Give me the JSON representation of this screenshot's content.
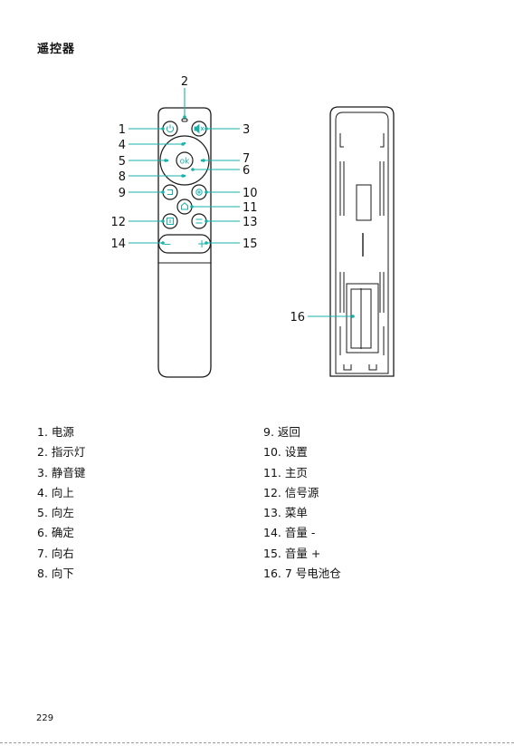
{
  "page_title": "遥控器",
  "callouts": [
    "1",
    "2",
    "3",
    "4",
    "5",
    "6",
    "7",
    "8",
    "9",
    "10",
    "11",
    "12",
    "13",
    "14",
    "15",
    "16"
  ],
  "remote": {
    "ok_label": "ok",
    "minus_glyph": "−",
    "plus_glyph": "+"
  },
  "legend_left": [
    "1. 电源",
    "2. 指示灯",
    "3. 静音键",
    "4. 向上",
    "5. 向左",
    "6. 确定",
    "7. 向右",
    "8. 向下"
  ],
  "legend_right": [
    "9. 返回",
    "10. 设置",
    "11. 主页",
    "12. 信号源",
    "13. 菜单",
    "14. 音量 -",
    "15. 音量 +",
    "16. 7 号电池仓"
  ],
  "page_number": "229",
  "colors": {
    "callout_line": "#1ab1aa",
    "outline": "#1a1a1a",
    "accent": "#1ab1aa"
  }
}
